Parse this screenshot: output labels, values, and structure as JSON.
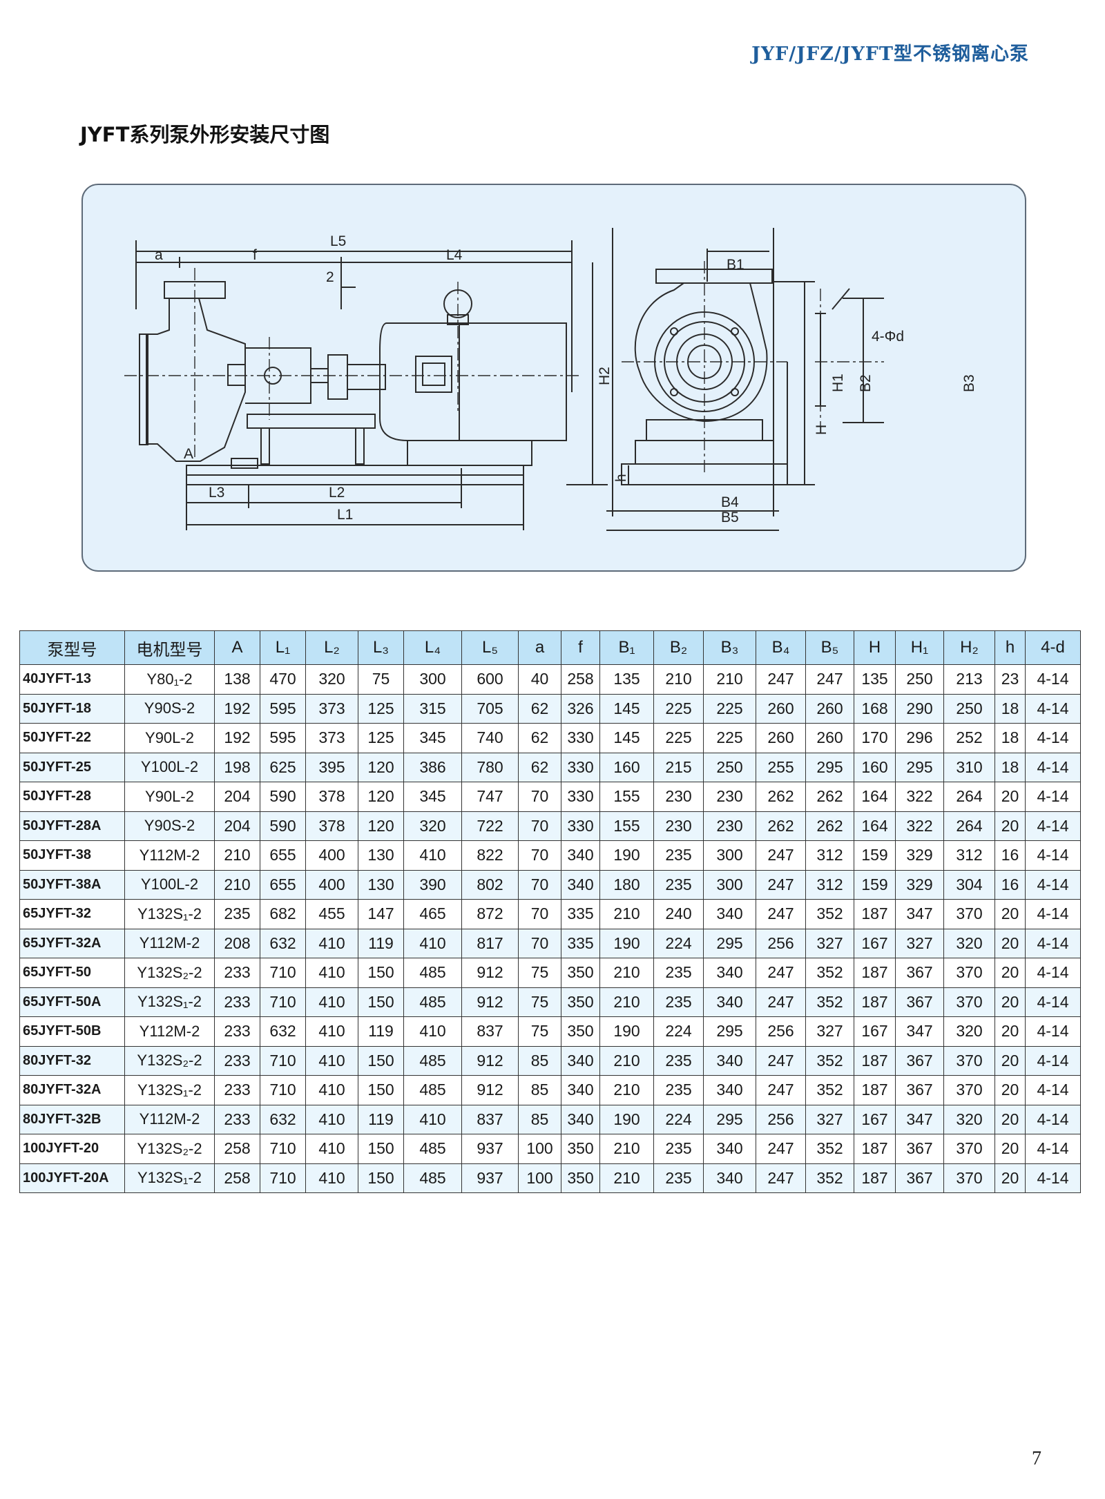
{
  "header": {
    "title": "JYF/JFZ/JYFT型不锈钢离心泵"
  },
  "section": {
    "title": "JYFT系列泵外形安装尺寸图"
  },
  "diagram": {
    "side_labels": {
      "L5": "L5",
      "a": "a",
      "f": "f",
      "L4": "L4",
      "two": "2",
      "A": "A",
      "H2": "H2",
      "h": "h",
      "L3": "L3",
      "L2": "L2",
      "L1": "L1"
    },
    "front_labels": {
      "B1": "B1",
      "phi_d": "4-Φd",
      "H1": "H1",
      "B2": "B2",
      "B3": "B3",
      "H": "H",
      "B4": "B4",
      "B5": "B5"
    }
  },
  "table": {
    "headers": [
      "泵型号",
      "电机型号",
      "A",
      "L₁",
      "L₂",
      "L₃",
      "L₄",
      "L₅",
      "a",
      "f",
      "B₁",
      "B₂",
      "B₃",
      "B₄",
      "B₅",
      "H",
      "H₁",
      "H₂",
      "h",
      "4-d"
    ],
    "rows": [
      [
        "40JYFT-13",
        "Y80₁-2",
        "138",
        "470",
        "320",
        "75",
        "300",
        "600",
        "40",
        "258",
        "135",
        "210",
        "210",
        "247",
        "247",
        "135",
        "250",
        "213",
        "23",
        "4-14"
      ],
      [
        "50JYFT-18",
        "Y90S-2",
        "192",
        "595",
        "373",
        "125",
        "315",
        "705",
        "62",
        "326",
        "145",
        "225",
        "225",
        "260",
        "260",
        "168",
        "290",
        "250",
        "18",
        "4-14"
      ],
      [
        "50JYFT-22",
        "Y90L-2",
        "192",
        "595",
        "373",
        "125",
        "345",
        "740",
        "62",
        "330",
        "145",
        "225",
        "225",
        "260",
        "260",
        "170",
        "296",
        "252",
        "18",
        "4-14"
      ],
      [
        "50JYFT-25",
        "Y100L-2",
        "198",
        "625",
        "395",
        "120",
        "386",
        "780",
        "62",
        "330",
        "160",
        "215",
        "250",
        "255",
        "295",
        "160",
        "295",
        "310",
        "18",
        "4-14"
      ],
      [
        "50JYFT-28",
        "Y90L-2",
        "204",
        "590",
        "378",
        "120",
        "345",
        "747",
        "70",
        "330",
        "155",
        "230",
        "230",
        "262",
        "262",
        "164",
        "322",
        "264",
        "20",
        "4-14"
      ],
      [
        "50JYFT-28A",
        "Y90S-2",
        "204",
        "590",
        "378",
        "120",
        "320",
        "722",
        "70",
        "330",
        "155",
        "230",
        "230",
        "262",
        "262",
        "164",
        "322",
        "264",
        "20",
        "4-14"
      ],
      [
        "50JYFT-38",
        "Y112M-2",
        "210",
        "655",
        "400",
        "130",
        "410",
        "822",
        "70",
        "340",
        "190",
        "235",
        "300",
        "247",
        "312",
        "159",
        "329",
        "312",
        "16",
        "4-14"
      ],
      [
        "50JYFT-38A",
        "Y100L-2",
        "210",
        "655",
        "400",
        "130",
        "390",
        "802",
        "70",
        "340",
        "180",
        "235",
        "300",
        "247",
        "312",
        "159",
        "329",
        "304",
        "16",
        "4-14"
      ],
      [
        "65JYFT-32",
        "Y132S₁-2",
        "235",
        "682",
        "455",
        "147",
        "465",
        "872",
        "70",
        "335",
        "210",
        "240",
        "340",
        "247",
        "352",
        "187",
        "347",
        "370",
        "20",
        "4-14"
      ],
      [
        "65JYFT-32A",
        "Y112M-2",
        "208",
        "632",
        "410",
        "119",
        "410",
        "817",
        "70",
        "335",
        "190",
        "224",
        "295",
        "256",
        "327",
        "167",
        "327",
        "320",
        "20",
        "4-14"
      ],
      [
        "65JYFT-50",
        "Y132S₂-2",
        "233",
        "710",
        "410",
        "150",
        "485",
        "912",
        "75",
        "350",
        "210",
        "235",
        "340",
        "247",
        "352",
        "187",
        "367",
        "370",
        "20",
        "4-14"
      ],
      [
        "65JYFT-50A",
        "Y132S₁-2",
        "233",
        "710",
        "410",
        "150",
        "485",
        "912",
        "75",
        "350",
        "210",
        "235",
        "340",
        "247",
        "352",
        "187",
        "367",
        "370",
        "20",
        "4-14"
      ],
      [
        "65JYFT-50B",
        "Y112M-2",
        "233",
        "632",
        "410",
        "119",
        "410",
        "837",
        "75",
        "350",
        "190",
        "224",
        "295",
        "256",
        "327",
        "167",
        "347",
        "320",
        "20",
        "4-14"
      ],
      [
        "80JYFT-32",
        "Y132S₂-2",
        "233",
        "710",
        "410",
        "150",
        "485",
        "912",
        "85",
        "340",
        "210",
        "235",
        "340",
        "247",
        "352",
        "187",
        "367",
        "370",
        "20",
        "4-14"
      ],
      [
        "80JYFT-32A",
        "Y132S₁-2",
        "233",
        "710",
        "410",
        "150",
        "485",
        "912",
        "85",
        "340",
        "210",
        "235",
        "340",
        "247",
        "352",
        "187",
        "367",
        "370",
        "20",
        "4-14"
      ],
      [
        "80JYFT-32B",
        "Y112M-2",
        "233",
        "632",
        "410",
        "119",
        "410",
        "837",
        "85",
        "340",
        "190",
        "224",
        "295",
        "256",
        "327",
        "167",
        "347",
        "320",
        "20",
        "4-14"
      ],
      [
        "100JYFT-20",
        "Y132S₂-2",
        "258",
        "710",
        "410",
        "150",
        "485",
        "937",
        "100",
        "350",
        "210",
        "235",
        "340",
        "247",
        "352",
        "187",
        "367",
        "370",
        "20",
        "4-14"
      ],
      [
        "100JYFT-20A",
        "Y132S₁-2",
        "258",
        "710",
        "410",
        "150",
        "485",
        "937",
        "100",
        "350",
        "210",
        "235",
        "340",
        "247",
        "352",
        "187",
        "367",
        "370",
        "20",
        "4-14"
      ]
    ]
  },
  "footer": {
    "page_number": "7"
  }
}
